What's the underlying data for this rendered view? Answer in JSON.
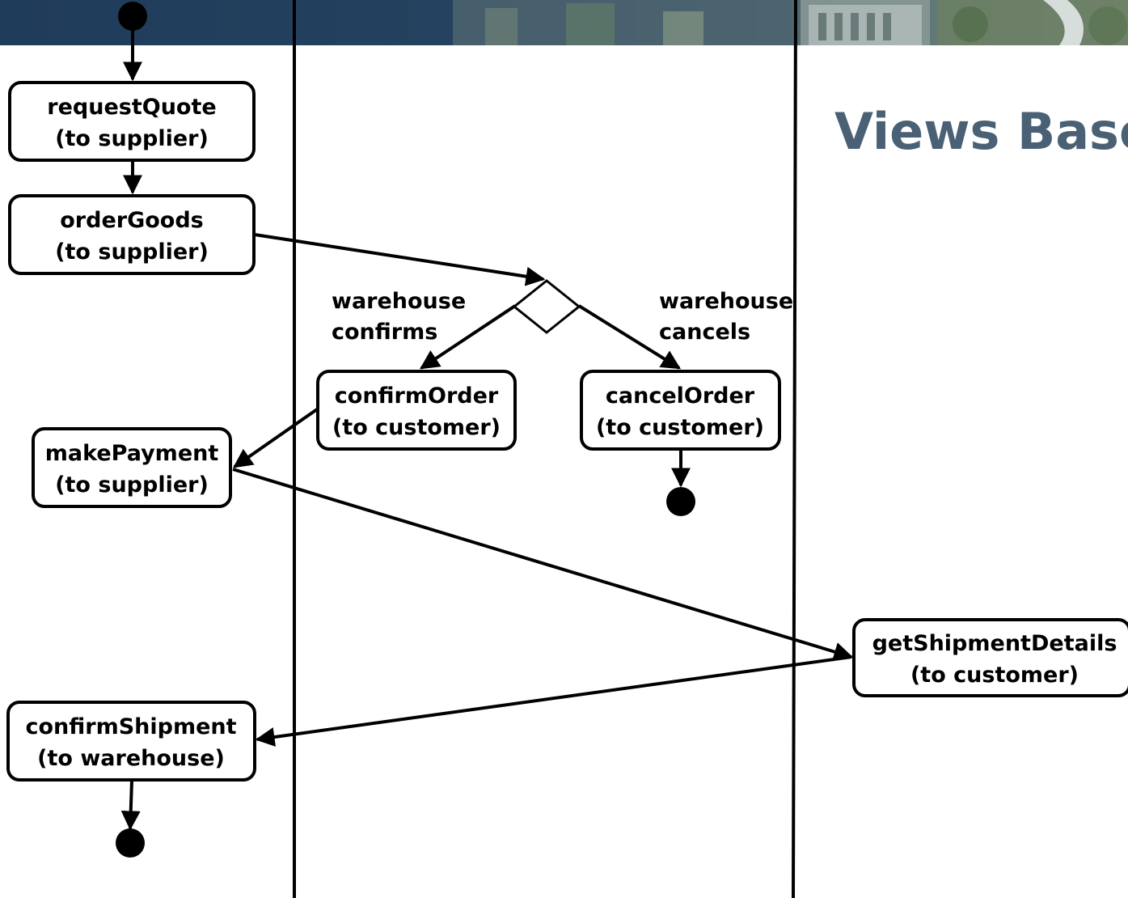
{
  "slide": {
    "title": "Views Base",
    "title_color": "#4a6075",
    "header_color": "#22405f"
  },
  "nodes": {
    "request_quote": {
      "line1": "requestQuote",
      "line2": "(to supplier)"
    },
    "order_goods": {
      "line1": "orderGoods",
      "line2": "(to supplier)"
    },
    "confirm_order": {
      "line1": "confirmOrder",
      "line2": "(to customer)"
    },
    "cancel_order": {
      "line1": "cancelOrder",
      "line2": "(to customer)"
    },
    "make_payment": {
      "line1": "makePayment",
      "line2": "(to supplier)"
    },
    "get_shipment_details": {
      "line1": "getShipmentDetails",
      "line2": "(to customer)"
    },
    "confirm_shipment": {
      "line1": "confirmShipment",
      "line2": "(to warehouse)"
    }
  },
  "guards": {
    "confirms": {
      "line1": "warehouse",
      "line2": "confirms"
    },
    "cancels": {
      "line1": "warehouse",
      "line2": "cancels"
    }
  }
}
